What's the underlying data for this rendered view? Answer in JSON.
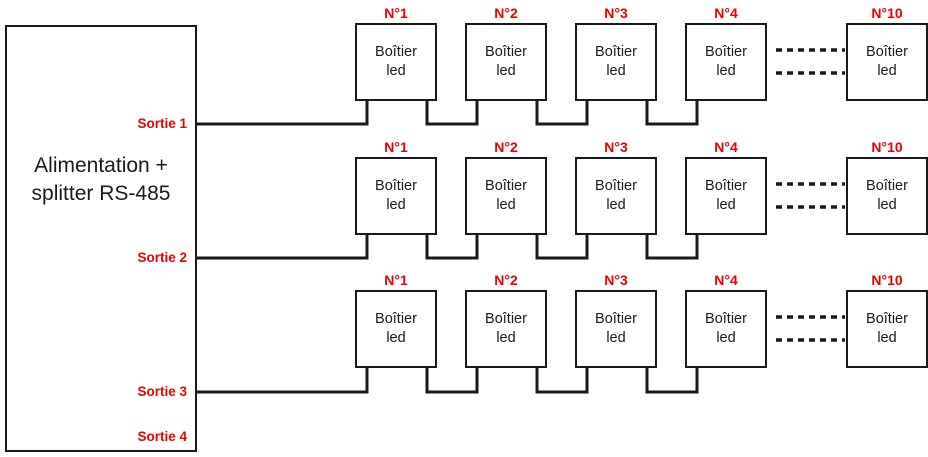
{
  "diagram": {
    "title_text": "Alimentation +\nsplitter RS-485",
    "colors": {
      "label_red": "#ee0000",
      "line_black": "#1a1a1a",
      "background": "#ffffff"
    },
    "psu": {
      "name": "Alimentation + splitter RS-485",
      "outputs": [
        {
          "label": "Sortie 1",
          "connected": true
        },
        {
          "label": "Sortie 2",
          "connected": true
        },
        {
          "label": "Sortie 3",
          "connected": true
        },
        {
          "label": "Sortie 4",
          "connected": false
        }
      ]
    },
    "box_label_line1": "Boîtier",
    "box_label_line2": "led",
    "chains": [
      {
        "output": "Sortie 1",
        "nodes": [
          {
            "number": "N°1"
          },
          {
            "number": "N°2"
          },
          {
            "number": "N°3"
          },
          {
            "number": "N°4"
          },
          {
            "number": "N°10"
          }
        ],
        "ellipsis_between": [
          "N°4",
          "N°10"
        ]
      },
      {
        "output": "Sortie 2",
        "nodes": [
          {
            "number": "N°1"
          },
          {
            "number": "N°2"
          },
          {
            "number": "N°3"
          },
          {
            "number": "N°4"
          },
          {
            "number": "N°10"
          }
        ],
        "ellipsis_between": [
          "N°4",
          "N°10"
        ]
      },
      {
        "output": "Sortie 3",
        "nodes": [
          {
            "number": "N°1"
          },
          {
            "number": "N°2"
          },
          {
            "number": "N°3"
          },
          {
            "number": "N°4"
          },
          {
            "number": "N°10"
          }
        ],
        "ellipsis_between": [
          "N°4",
          "N°10"
        ]
      }
    ]
  }
}
